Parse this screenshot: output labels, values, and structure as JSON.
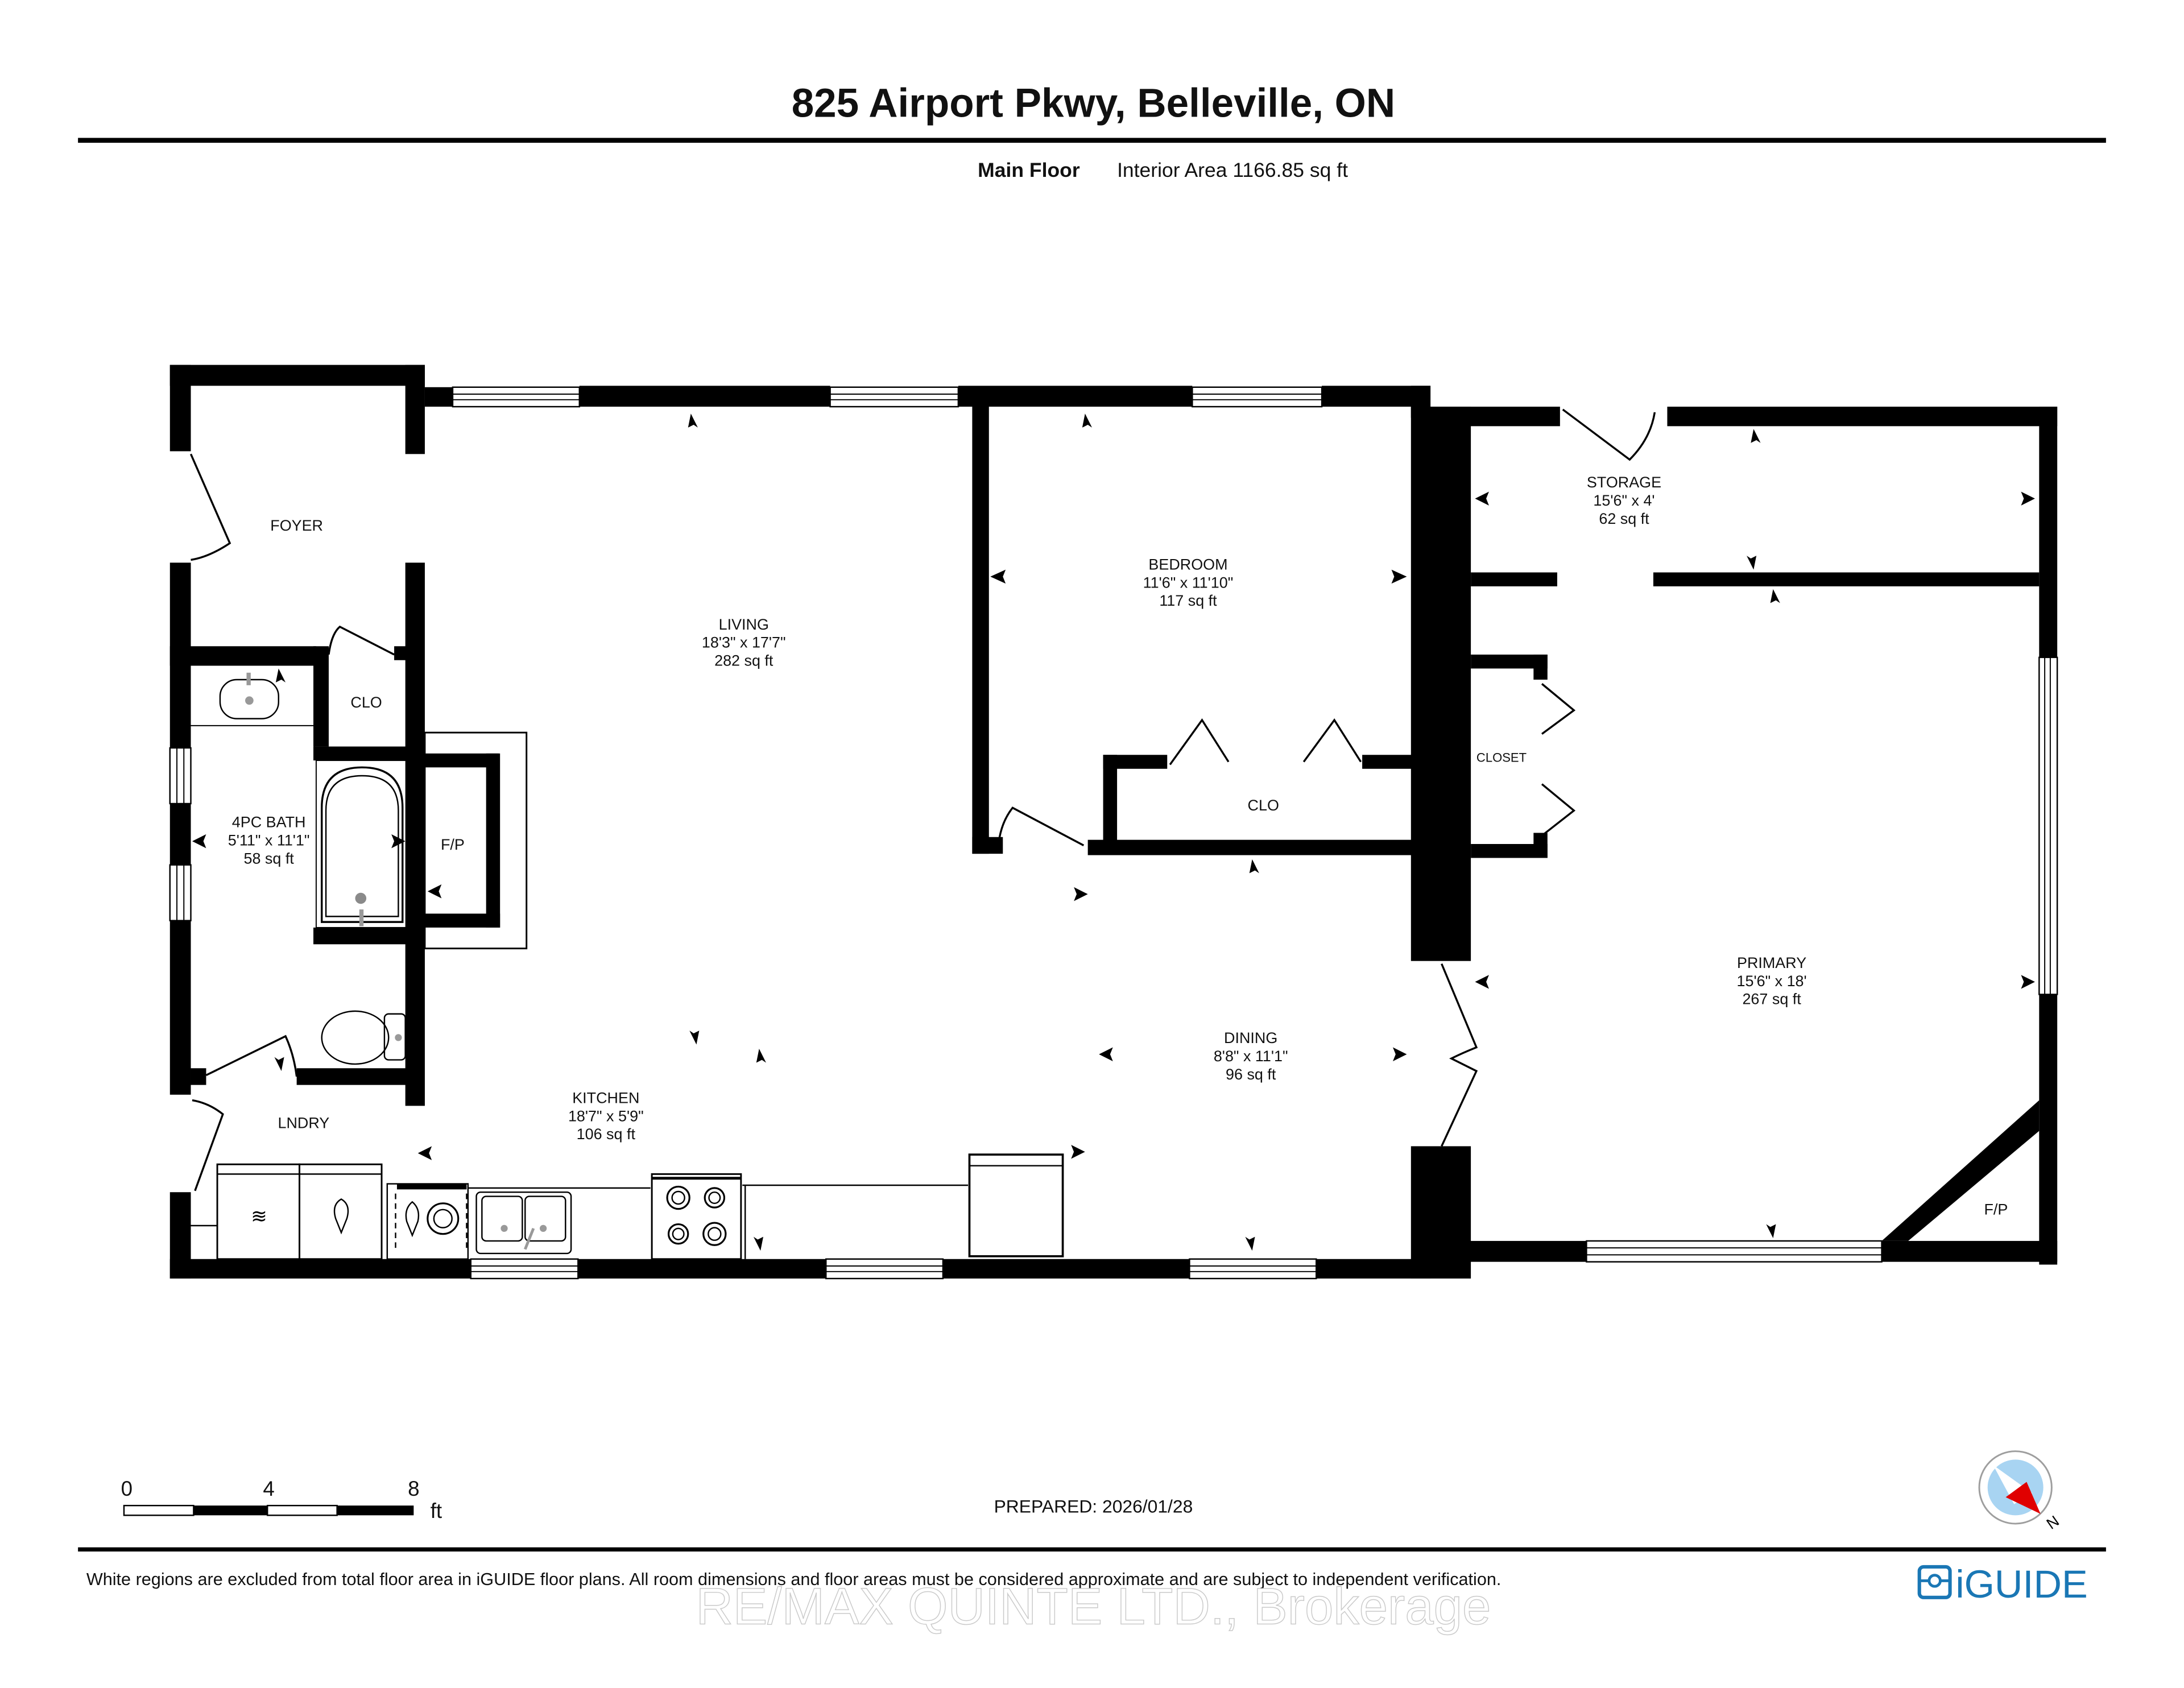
{
  "header": {
    "title": "825 Airport Pkwy, Belleville, ON",
    "floor_label": "Main Floor",
    "interior_area": "Interior Area 1166.85 sq ft"
  },
  "rooms": {
    "foyer": {
      "name": "FOYER"
    },
    "clo_foyer": {
      "name": "CLO"
    },
    "bath": {
      "name": "4PC BATH",
      "dims": "5'11\" x 11'1\"",
      "area": "58 sq ft"
    },
    "fp_left": {
      "name": "F/P"
    },
    "lndry": {
      "name": "LNDRY"
    },
    "living": {
      "name": "LIVING",
      "dims": "18'3\" x 17'7\"",
      "area": "282 sq ft"
    },
    "kitchen": {
      "name": "KITCHEN",
      "dims": "18'7\" x 5'9\"",
      "area": "106 sq ft"
    },
    "bedroom": {
      "name": "BEDROOM",
      "dims": "11'6\" x 11'10\"",
      "area": "117 sq ft"
    },
    "clo_bedroom": {
      "name": "CLO"
    },
    "dining": {
      "name": "DINING",
      "dims": "8'8\" x 11'1\"",
      "area": "96 sq ft"
    },
    "storage": {
      "name": "STORAGE",
      "dims": "15'6\" x 4'",
      "area": "62 sq ft"
    },
    "closet": {
      "name": "CLOSET"
    },
    "primary": {
      "name": "PRIMARY",
      "dims": "15'6\" x 18'",
      "area": "267 sq ft"
    },
    "fp_right": {
      "name": "F/P"
    }
  },
  "scale_bar": {
    "ticks": [
      "0",
      "4",
      "8"
    ],
    "unit": "ft"
  },
  "prepared": "PREPARED: 2026/01/28",
  "compass": {
    "label": "N",
    "ring_color": "#9e9e9e",
    "face_color": "#a8d4f2",
    "needle_color": "#e00000"
  },
  "footer": {
    "disclaimer": "White regions are excluded from total floor area in iGUIDE floor plans. All room dimensions and floor areas must be considered approximate and are subject to independent verification.",
    "watermark": "RE/MAX QUINTE LTD., Brokerage",
    "brand": "iGUIDE",
    "brand_color": "#1a77b5"
  }
}
